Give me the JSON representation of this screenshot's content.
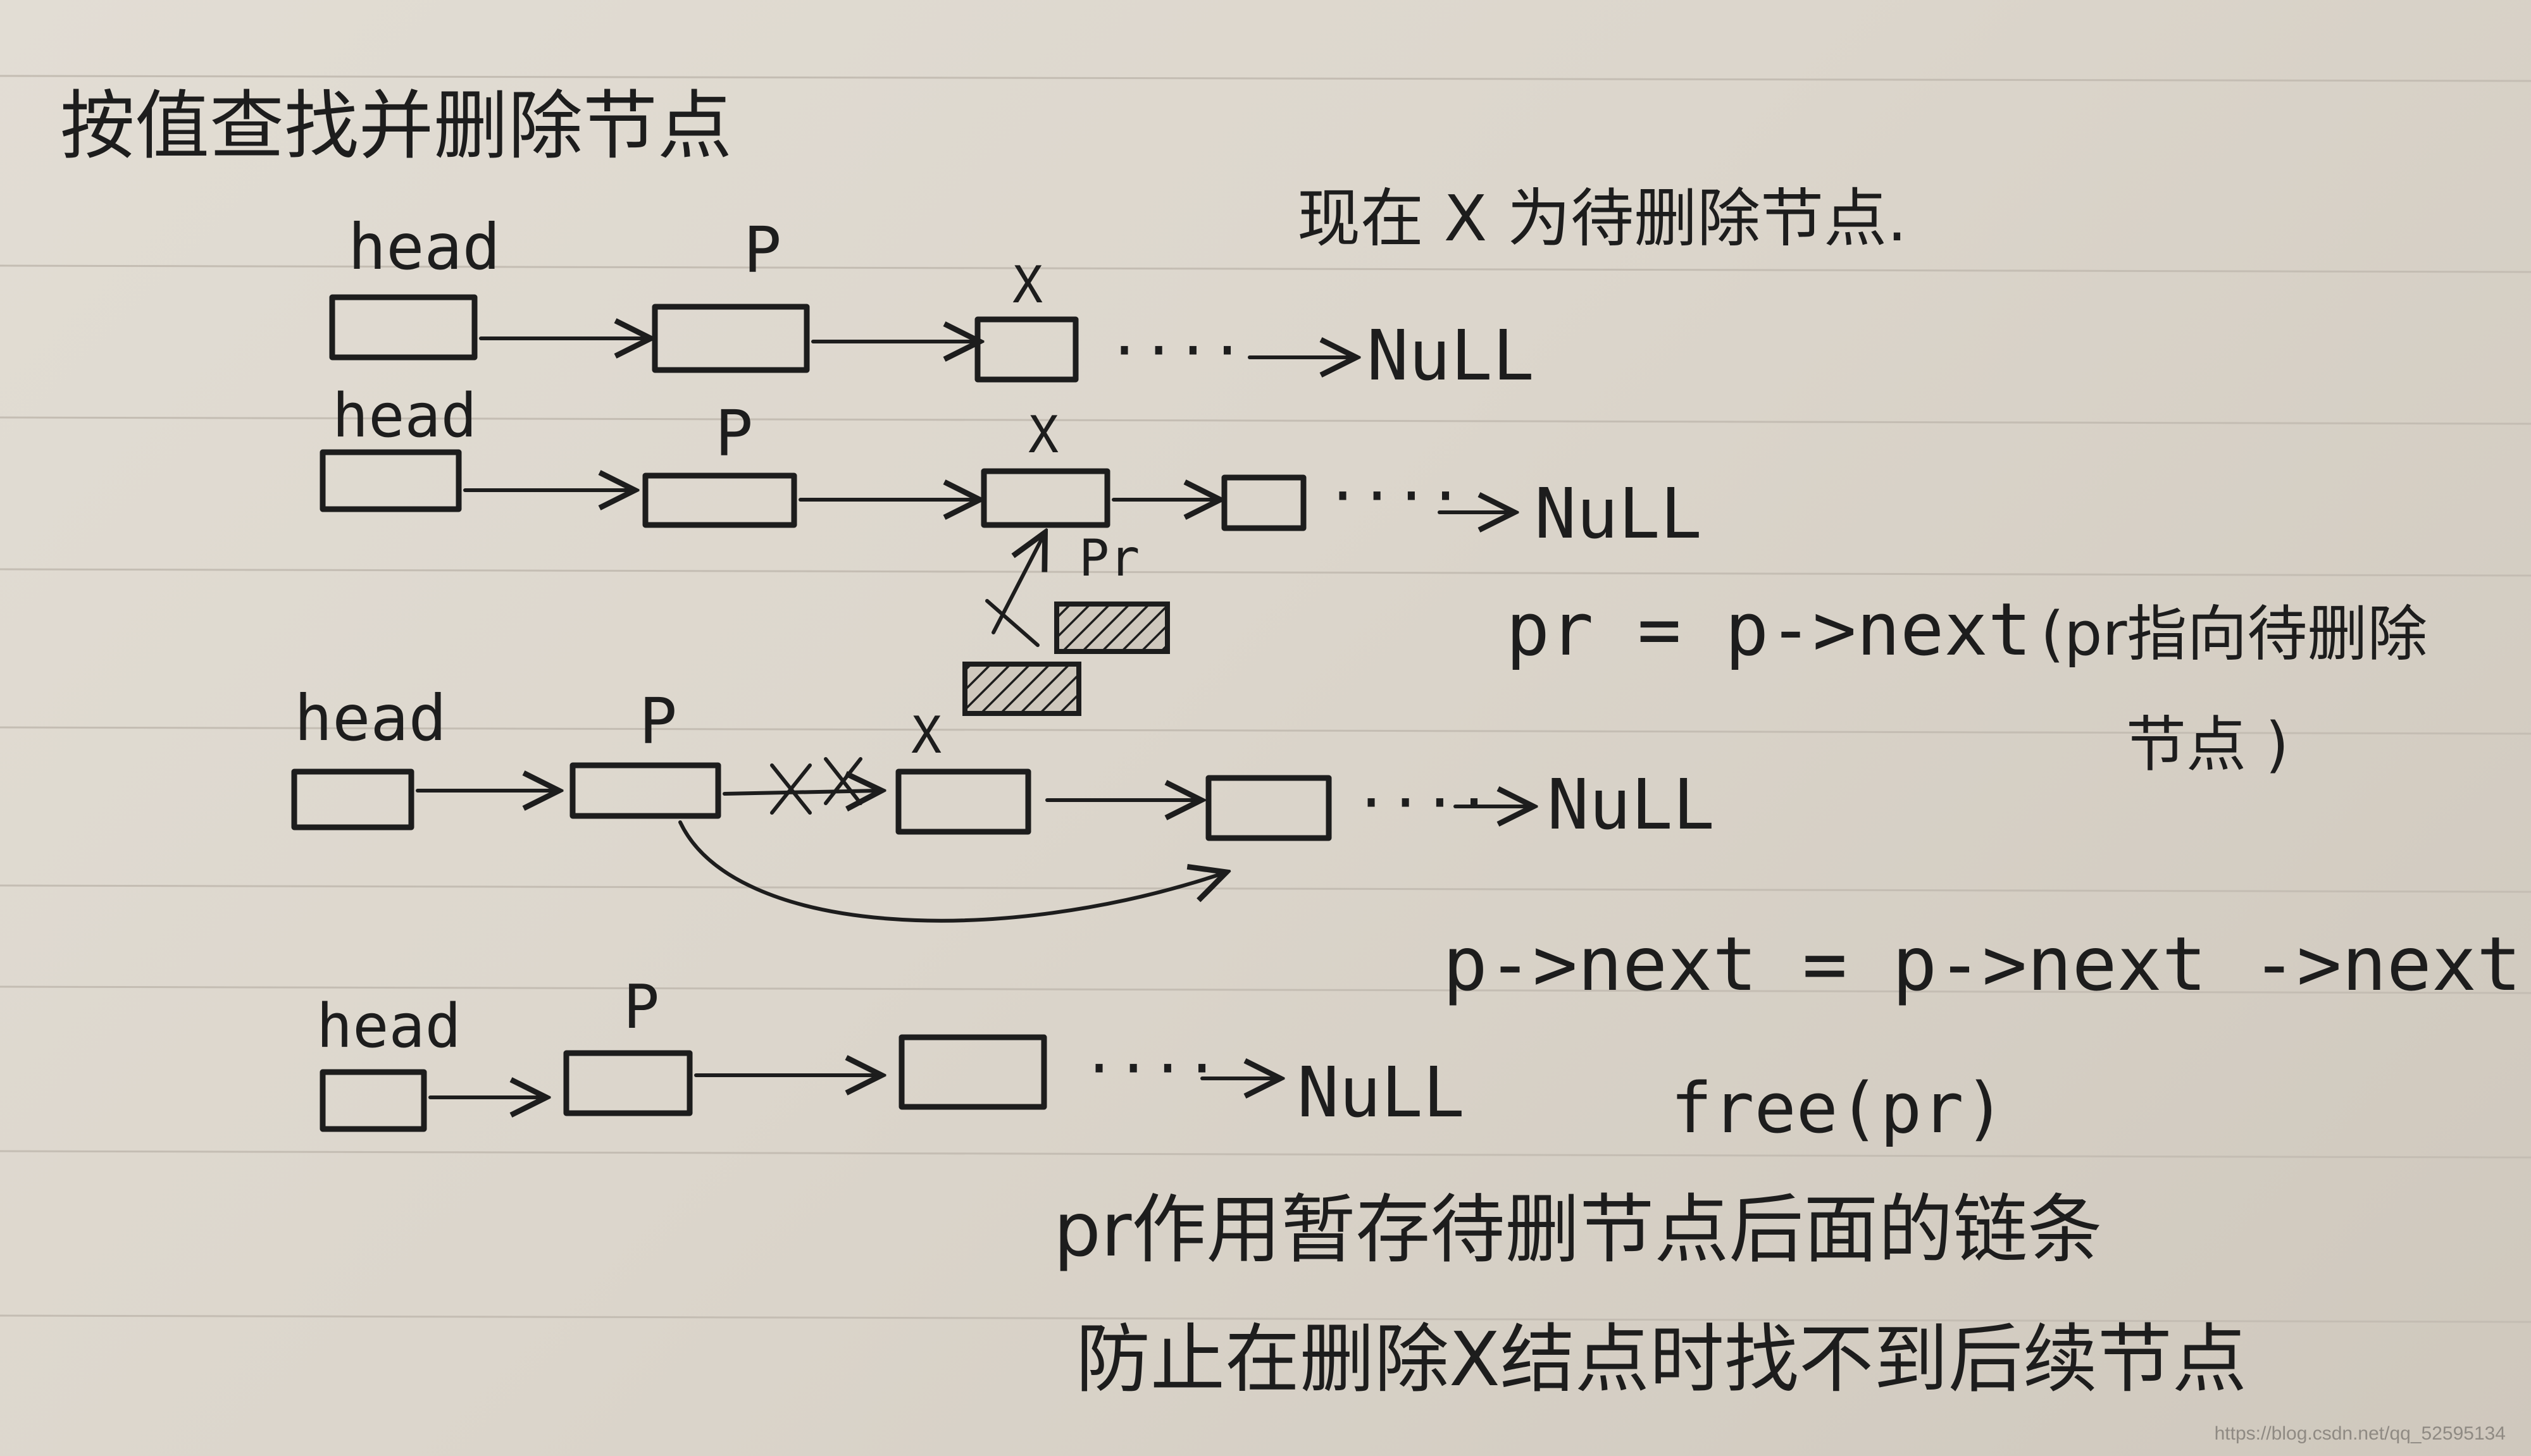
{
  "title": "按值查找并删除节点",
  "note_top": "现在 X 为待删除节点.",
  "labels": {
    "head": "head",
    "p": "P",
    "x": "X",
    "pr": "Pr",
    "null": "NuLL",
    "dots": "····"
  },
  "formula_1": "pr = p->next",
  "formula_1_note_a": "(pr指向待删除",
  "formula_1_note_b": "节点 )",
  "formula_2": "p->next = p->next ->next",
  "formula_3": "free(pr)",
  "note_bottom_1": "pr作用暂存待删节点后面的链条",
  "note_bottom_2": "防止在删除X结点时找不到后续节点",
  "watermark": "https://blog.csdn.net/qq_52595134"
}
